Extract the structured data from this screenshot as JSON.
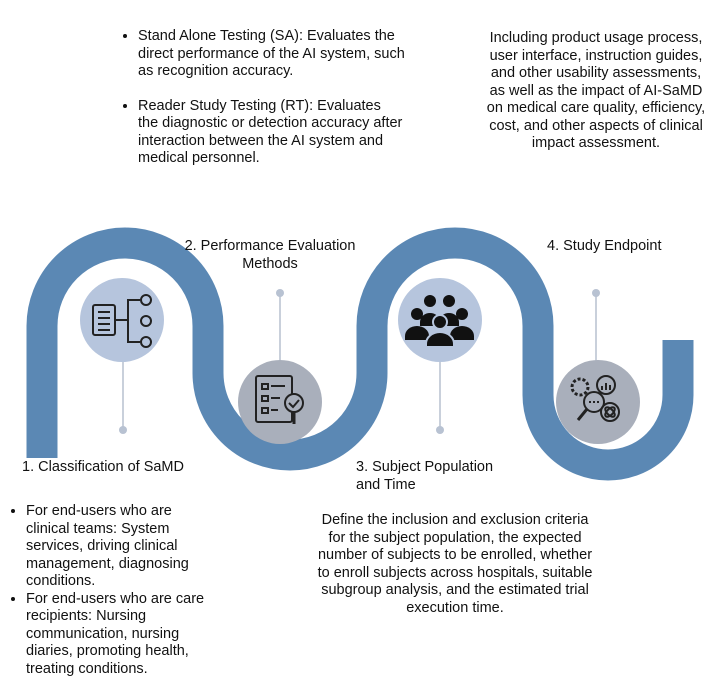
{
  "colors": {
    "band": "#5b88b4",
    "circle_light": "#b6c5dd",
    "circle_gray": "#a9afbb",
    "connector": "#c9d0db",
    "dot": "#b8c2d2"
  },
  "steps": [
    {
      "title": "1. Classification of SaMD",
      "icon": "hierarchy-list-icon",
      "bullets": [
        "For end-users who are clinical teams: System services, driving clinical management, diagnosing conditions.",
        "For end-users who are care recipients: Nursing communication, nursing diaries, promoting health, treating conditions."
      ]
    },
    {
      "title": "2. Performance Evaluation Methods",
      "icon": "checklist-magnifier-icon",
      "bullets": [
        "Stand Alone Testing (SA): Evaluates the direct performance of the AI system, such as recognition accuracy.",
        "Reader Study Testing (RT): Evaluates the diagnostic or detection accuracy after interaction between the AI system and medical personnel."
      ]
    },
    {
      "title": "3. Subject Population and Time",
      "icon": "people-group-icon",
      "text": "Define the inclusion and exclusion criteria for the subject population, the expected number of subjects to be enrolled, whether to enroll subjects across hospitals, suitable subgroup analysis, and the estimated trial execution time."
    },
    {
      "title": "4. Study Endpoint",
      "icon": "analytics-gear-icon",
      "text": "Including product usage process, user interface, instruction guides, and other usability assessments, as well as the impact of AI-SaMD on medical care quality, efficiency, cost, and other aspects of clinical impact assessment."
    }
  ]
}
